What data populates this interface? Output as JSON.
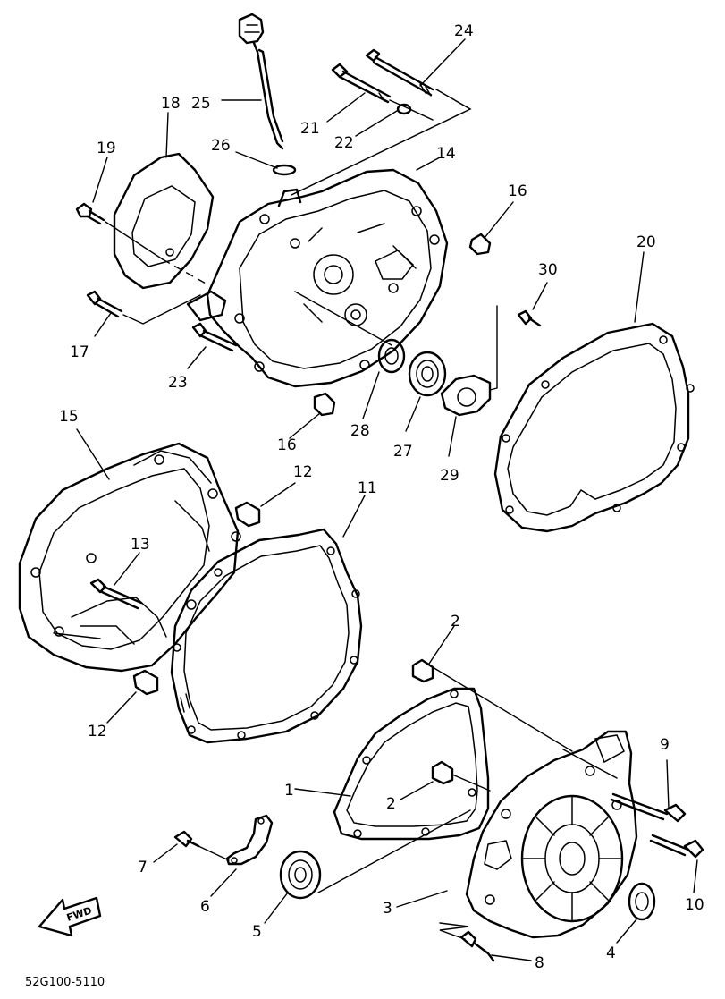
{
  "diagram": {
    "callouts": [
      {
        "key": "c1",
        "text": "1"
      },
      {
        "key": "c2a",
        "text": "2"
      },
      {
        "key": "c2b",
        "text": "2"
      },
      {
        "key": "c3",
        "text": "3"
      },
      {
        "key": "c4",
        "text": "4"
      },
      {
        "key": "c5",
        "text": "5"
      },
      {
        "key": "c6",
        "text": "6"
      },
      {
        "key": "c7",
        "text": "7"
      },
      {
        "key": "c8",
        "text": "8"
      },
      {
        "key": "c9",
        "text": "9"
      },
      {
        "key": "c10",
        "text": "10"
      },
      {
        "key": "c11",
        "text": "11"
      },
      {
        "key": "c12a",
        "text": "12"
      },
      {
        "key": "c12b",
        "text": "12"
      },
      {
        "key": "c13",
        "text": "13"
      },
      {
        "key": "c14",
        "text": "14"
      },
      {
        "key": "c15",
        "text": "15"
      },
      {
        "key": "c16a",
        "text": "16"
      },
      {
        "key": "c16b",
        "text": "16"
      },
      {
        "key": "c17",
        "text": "17"
      },
      {
        "key": "c18",
        "text": "18"
      },
      {
        "key": "c19",
        "text": "19"
      },
      {
        "key": "c20",
        "text": "20"
      },
      {
        "key": "c21",
        "text": "21"
      },
      {
        "key": "c22",
        "text": "22"
      },
      {
        "key": "c23",
        "text": "23"
      },
      {
        "key": "c24",
        "text": "24"
      },
      {
        "key": "c25",
        "text": "25"
      },
      {
        "key": "c26",
        "text": "26"
      },
      {
        "key": "c27",
        "text": "27"
      },
      {
        "key": "c28",
        "text": "28"
      },
      {
        "key": "c29",
        "text": "29"
      },
      {
        "key": "c30",
        "text": "30"
      }
    ],
    "fwd_label": "FWD",
    "drawing_code": "52G100-5110"
  }
}
